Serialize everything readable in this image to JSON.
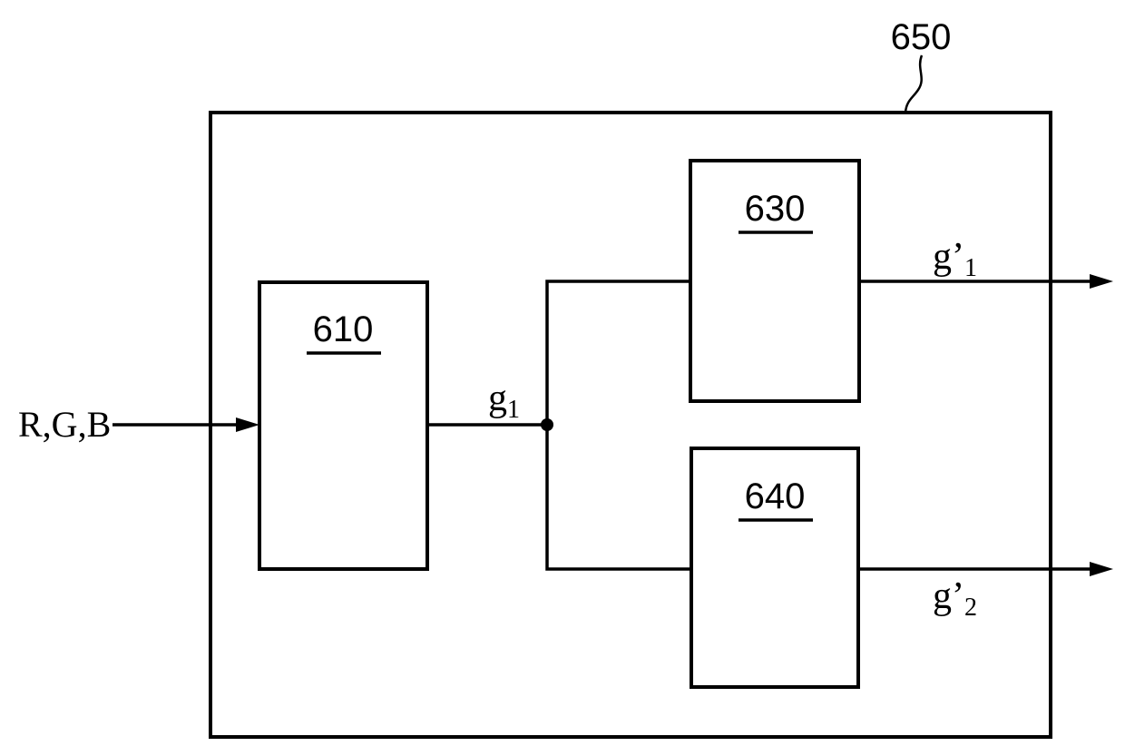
{
  "figure": {
    "title_ref": "650",
    "colors": {
      "ink": "#000000",
      "paper": "#ffffff"
    },
    "input": {
      "label": "R,G,B"
    },
    "blocks": {
      "b610": {
        "label": "610"
      },
      "b630": {
        "label": "630"
      },
      "b640": {
        "label": "640"
      }
    },
    "signals": {
      "g1": {
        "base": "g",
        "sub": "1"
      },
      "g1p": {
        "base": "g’",
        "sub": "1"
      },
      "g2p": {
        "base": "g’",
        "sub": "2"
      }
    }
  }
}
